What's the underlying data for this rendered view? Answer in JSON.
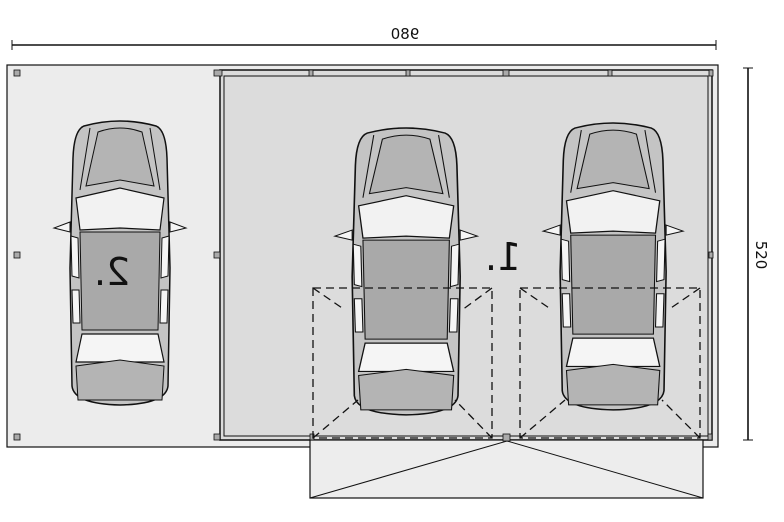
{
  "plan": {
    "width_dimension": "980",
    "depth_dimension": "520",
    "space_labels": [
      "1.",
      "2."
    ]
  },
  "colors": {
    "background": "#ffffff",
    "open_area": "#ececec",
    "garage_area": "#dcdcdc",
    "car_body": "#c4c4c4",
    "car_cabin": "#a9a9a9",
    "line": "#111111"
  },
  "icons": [
    "car-icon",
    "post-icon"
  ]
}
